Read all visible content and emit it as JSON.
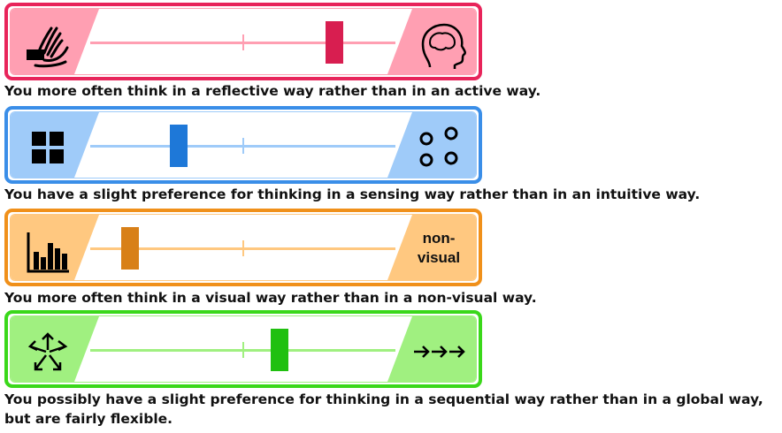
{
  "scales": [
    {
      "id": "active-reflective",
      "left_icon": "hand-icon",
      "right_icon": "brain-head-icon",
      "position_fraction": 0.8,
      "border": "#e8245a",
      "light": "#ff9fb2",
      "marker": "#d81e50",
      "description": "You more often think in a reflective way rather than in an active way."
    },
    {
      "id": "sensing-intuitive",
      "left_icon": "grid-squares-icon",
      "right_icon": "circles-icon",
      "position_fraction": 0.29,
      "border": "#3a8ee8",
      "light": "#9fcbf9",
      "marker": "#1e78d8",
      "description": "You have a slight preference for thinking in a sensing way rather than in an intuitive way."
    },
    {
      "id": "visual-nonvisual",
      "left_icon": "bar-chart-icon",
      "right_label": "non-\nvisual",
      "position_fraction": 0.13,
      "border": "#f0901a",
      "light": "#ffc880",
      "marker": "#d88018",
      "description": "You more often think in a visual way rather than in a non-visual way."
    },
    {
      "id": "sequential-global",
      "left_icon": "scattered-arrows-icon",
      "right_icon": "sequential-arrows-icon",
      "position_fraction": 0.62,
      "border": "#3ad81a",
      "light": "#a0f080",
      "marker": "#20c010",
      "description": "You possibly have a slight preference for thinking in a sequential way rather than in a global way, but are fairly flexible."
    }
  ]
}
